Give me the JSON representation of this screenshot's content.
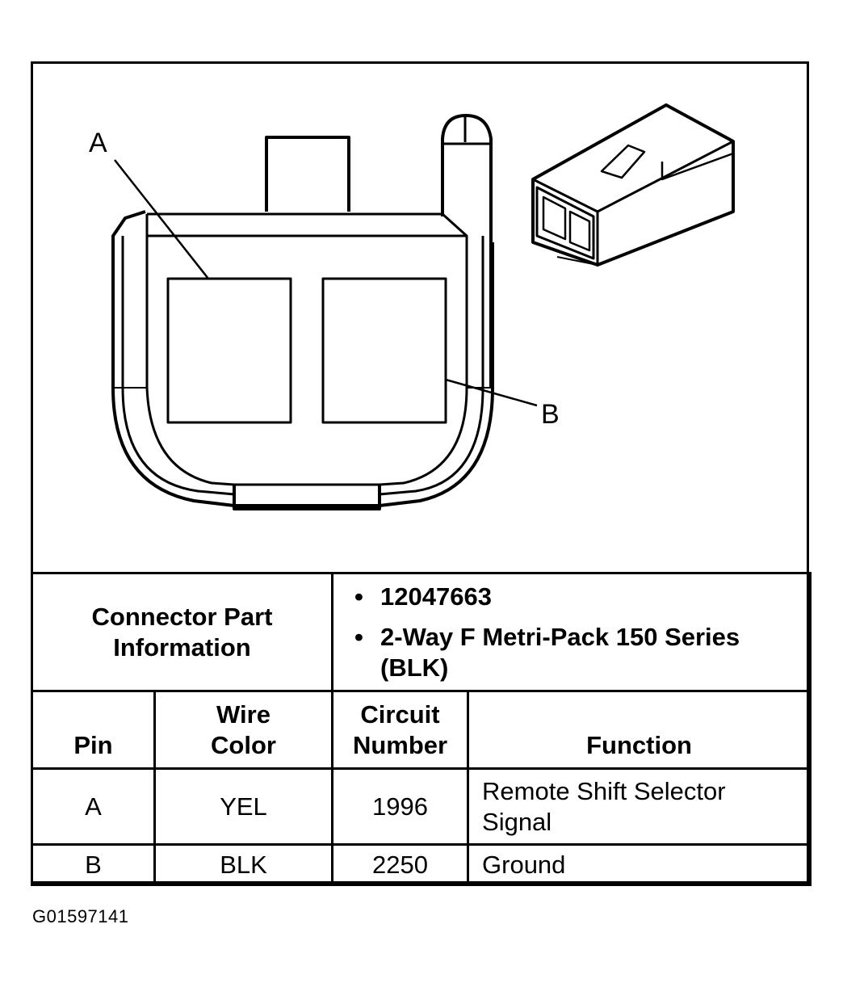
{
  "diagram": {
    "callouts": {
      "a": "A",
      "b": "B"
    }
  },
  "connector_info": {
    "label": "Connector Part Information",
    "values": [
      "12047663",
      "2-Way F Metri-Pack 150 Series (BLK)"
    ],
    "bullet": "•"
  },
  "pin_table": {
    "headers": {
      "pin": "Pin",
      "wire_color": "Wire Color",
      "circuit_number": "Circuit Number",
      "function": "Function"
    },
    "rows": [
      {
        "pin": "A",
        "wire_color": "YEL",
        "circuit_number": "1996",
        "function": "Remote Shift Selector Signal"
      },
      {
        "pin": "B",
        "wire_color": "BLK",
        "circuit_number": "2250",
        "function": "Ground"
      }
    ]
  },
  "figure_id": "G01597141"
}
